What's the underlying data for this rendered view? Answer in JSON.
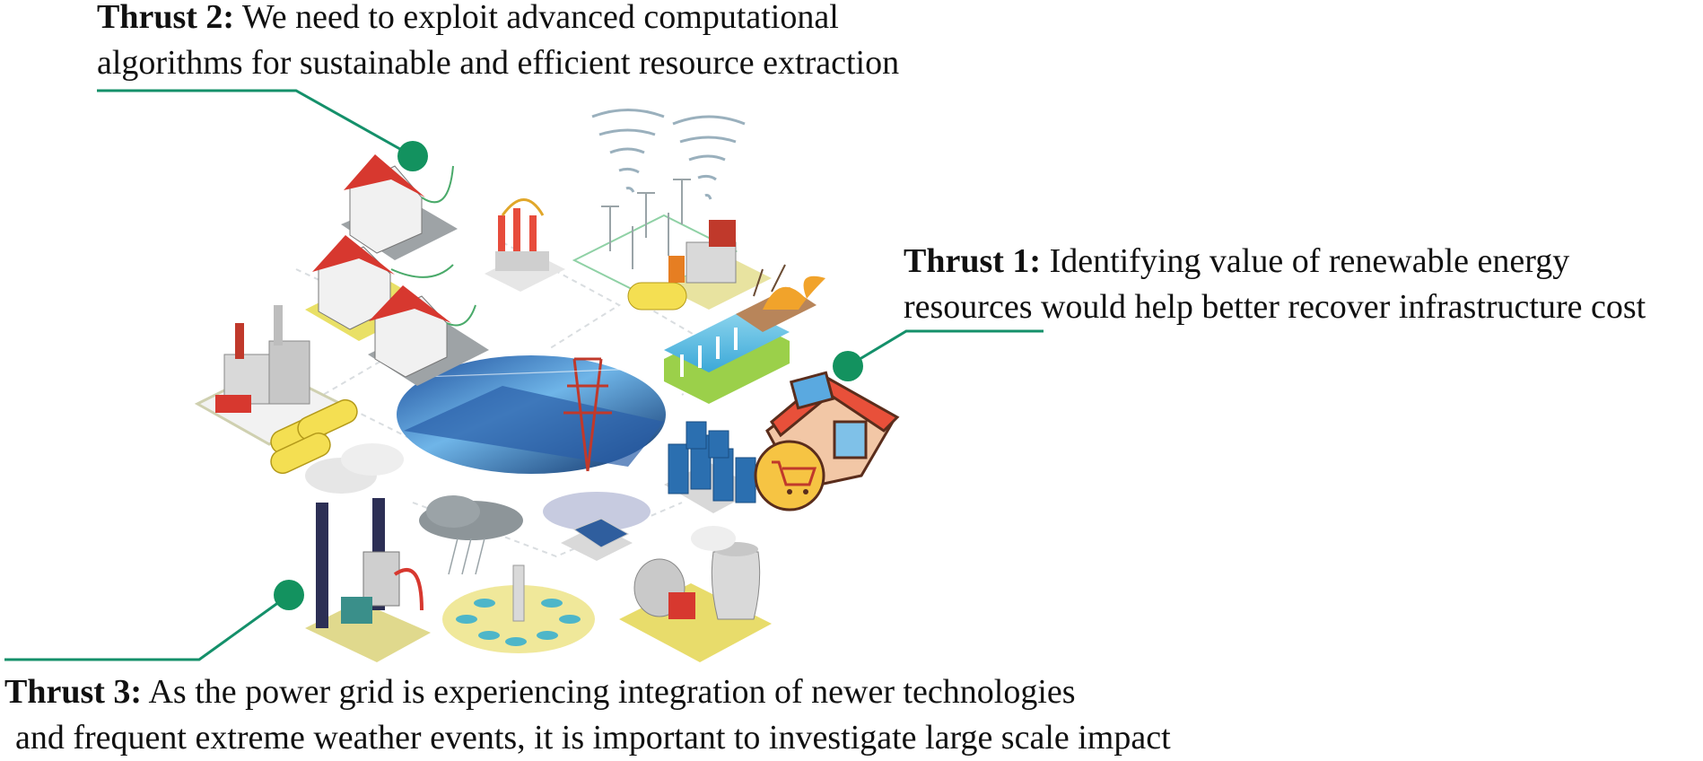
{
  "thrusts": [
    {
      "label": "Thrust 2:",
      "line1": "We need to exploit advanced computational",
      "line2": "algorithms for sustainable and efficient resource extraction"
    },
    {
      "label": "Thrust 1:",
      "line1": "Identifying value of renewable energy",
      "line2": "resources would help better recover infrastructure cost"
    },
    {
      "label": "Thrust 3:",
      "line1": "As the power grid is experiencing integration of newer technologies",
      "line2": "and frequent extreme weather events, it is important to investigate large scale impact"
    }
  ],
  "colors": {
    "connector": "#14906a",
    "marker": "#13925f"
  },
  "icons": [
    "houses-icon",
    "coal-plant-icon",
    "storage-tanks-icon",
    "substation-icon",
    "wind-farm-icon",
    "tornado-icon",
    "refinery-icon",
    "hydro-dam-icon",
    "wildfire-icon",
    "smart-grid-photo",
    "data-center-icon",
    "marketplace-cart-icon",
    "smokestack-factory-icon",
    "storm-cloud-icon",
    "solar-panel-icon",
    "solar-tower-icon",
    "nuclear-plant-icon"
  ]
}
